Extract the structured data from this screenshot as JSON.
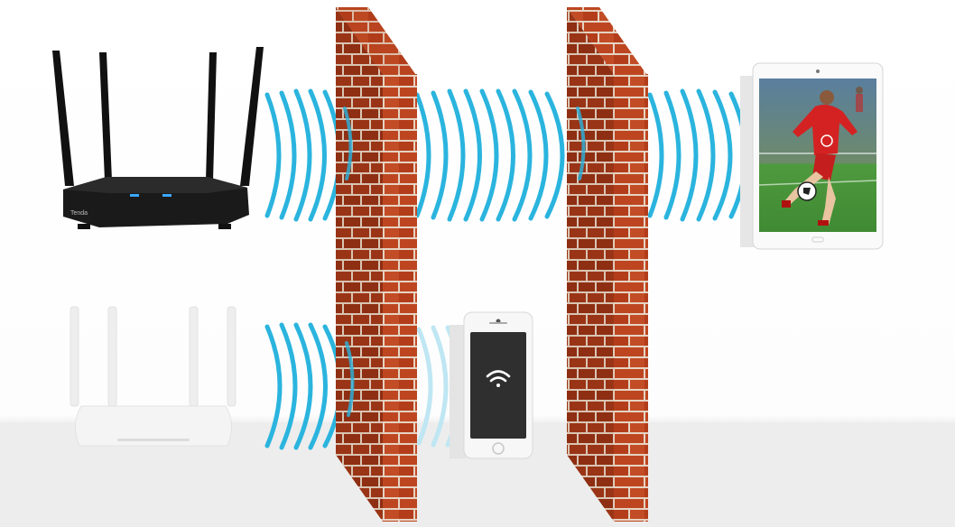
{
  "scene": {
    "title": "",
    "colors": {
      "wave": "#2ab4de",
      "wave_faint": "#bfe6f3",
      "brick": "#b9441f",
      "mortar": "#e8d7c8",
      "router_dark": "#1a1a1a",
      "router_light": "#f4f4f4",
      "led": "#3aa8ff"
    },
    "router_dark": {
      "brand": "Tenda",
      "antennas": 4
    },
    "router_light": {
      "antennas": 4
    },
    "phone": {
      "icon": "wifi-icon"
    },
    "tablet": {
      "icon": "soccer-player-photo"
    },
    "walls": 2
  }
}
